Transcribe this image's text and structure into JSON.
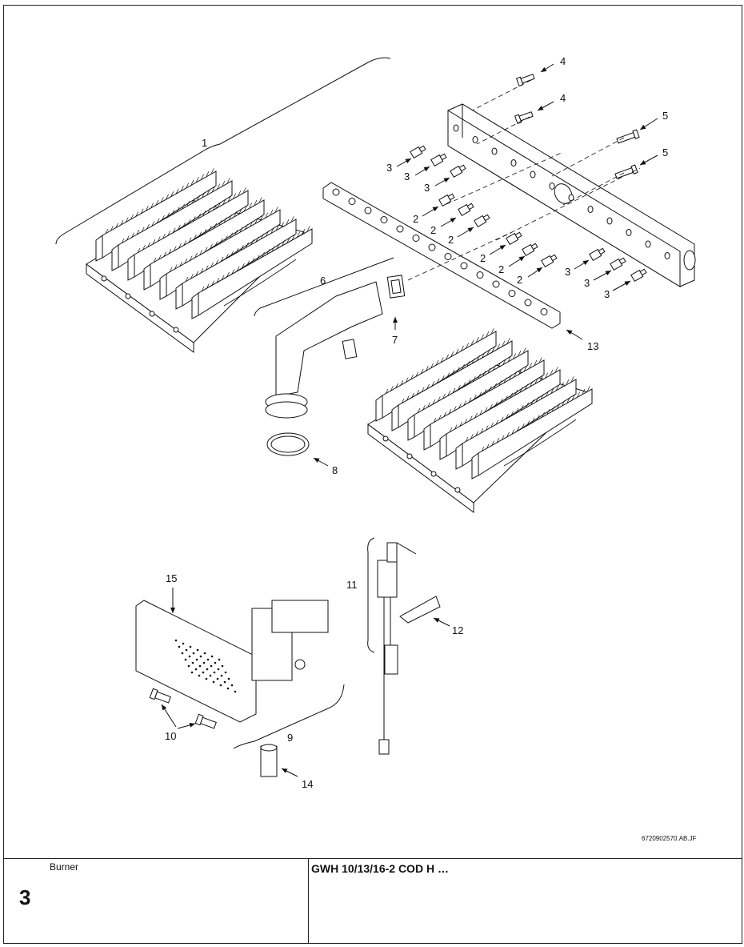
{
  "sheet": {
    "section_title": "Burner",
    "section_number": "3",
    "model_title": "GWH 10/13/16-2 COD H …",
    "drawing_code": "6720902570.AB.JF"
  },
  "callouts": [
    {
      "id": "c1",
      "text": "1"
    },
    {
      "id": "c2a",
      "text": "2"
    },
    {
      "id": "c2b",
      "text": "2"
    },
    {
      "id": "c2c",
      "text": "2"
    },
    {
      "id": "c2d",
      "text": "2"
    },
    {
      "id": "c2e",
      "text": "2"
    },
    {
      "id": "c2f",
      "text": "2"
    },
    {
      "id": "c3a",
      "text": "3"
    },
    {
      "id": "c3b",
      "text": "3"
    },
    {
      "id": "c3c",
      "text": "3"
    },
    {
      "id": "c3d",
      "text": "3"
    },
    {
      "id": "c3e",
      "text": "3"
    },
    {
      "id": "c3f",
      "text": "3"
    },
    {
      "id": "c4a",
      "text": "4"
    },
    {
      "id": "c4b",
      "text": "4"
    },
    {
      "id": "c5a",
      "text": "5"
    },
    {
      "id": "c5b",
      "text": "5"
    },
    {
      "id": "c6",
      "text": "6"
    },
    {
      "id": "c7",
      "text": "7"
    },
    {
      "id": "c8",
      "text": "8"
    },
    {
      "id": "c9",
      "text": "9"
    },
    {
      "id": "c10",
      "text": "10"
    },
    {
      "id": "c11",
      "text": "11"
    },
    {
      "id": "c12",
      "text": "12"
    },
    {
      "id": "c13",
      "text": "13"
    },
    {
      "id": "c14",
      "text": "14"
    },
    {
      "id": "c15",
      "text": "15"
    }
  ]
}
